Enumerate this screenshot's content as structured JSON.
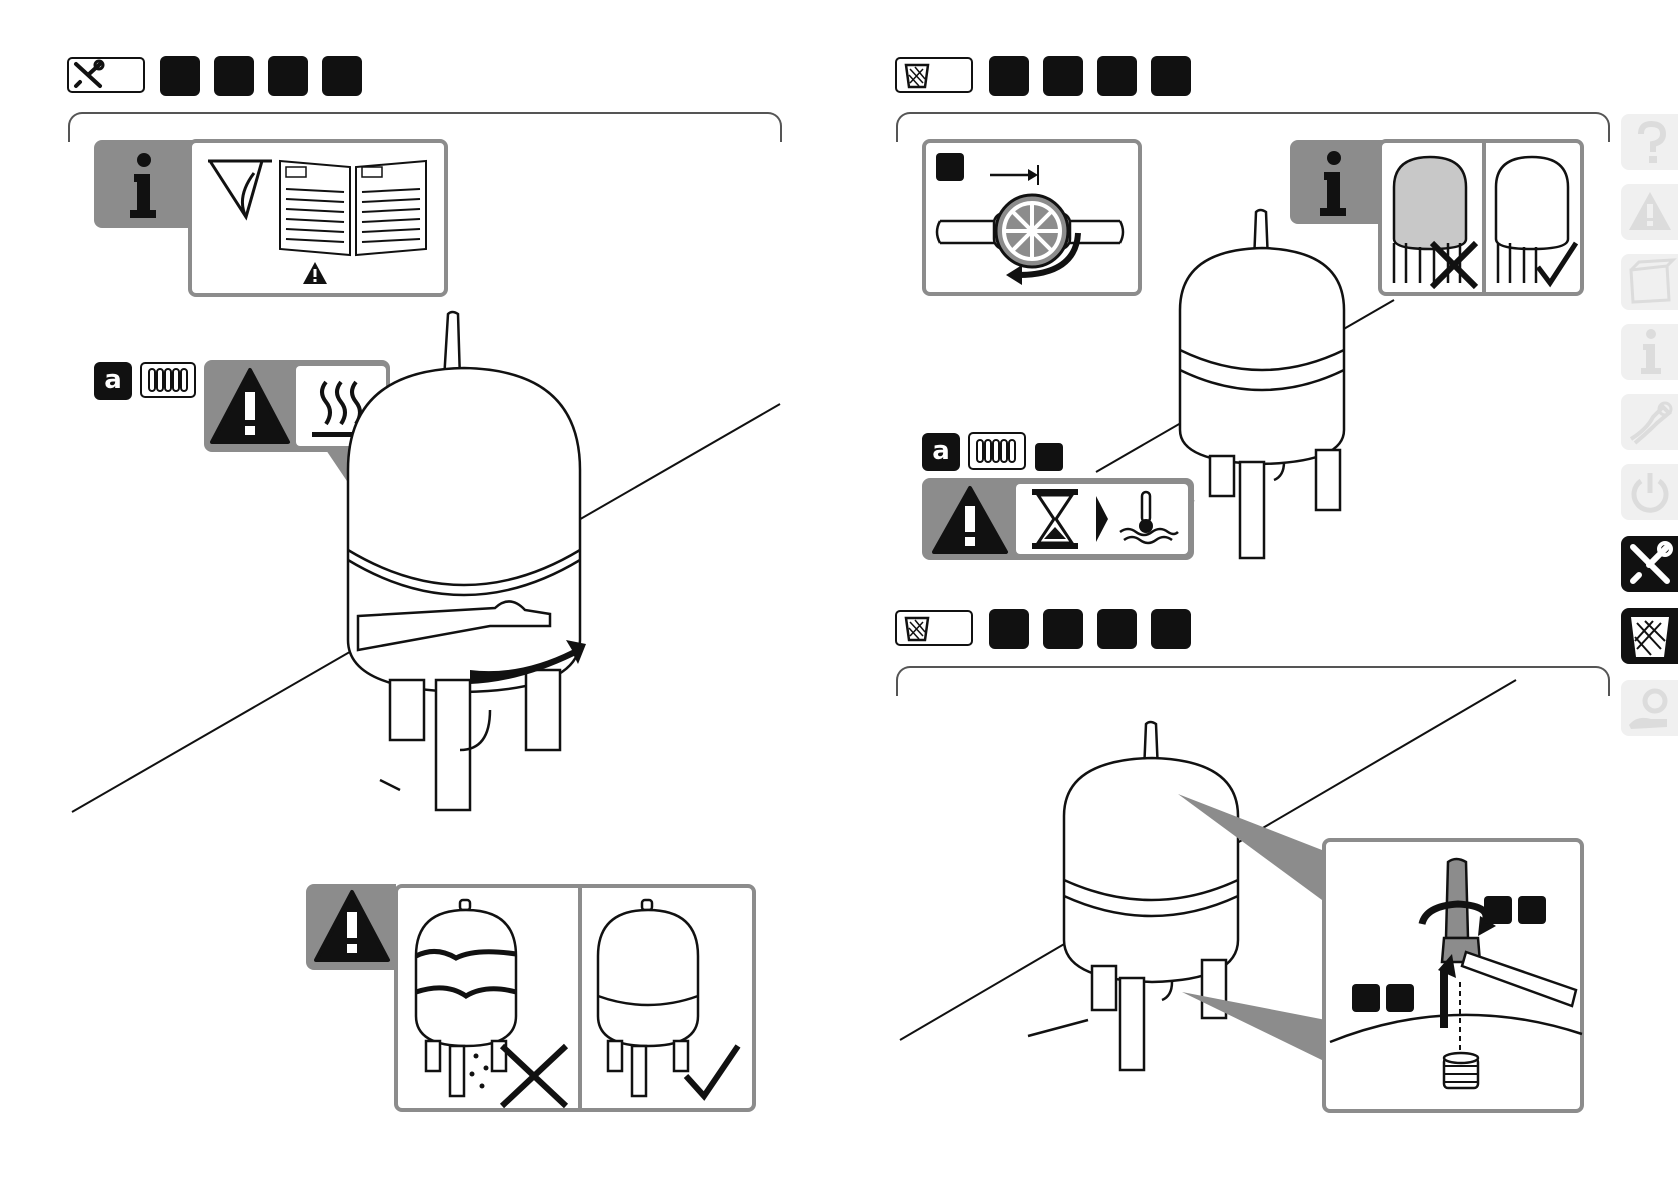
{
  "page": {
    "left_section": {
      "mode_icon": "wrench-screwdriver-icon",
      "step_count": 4,
      "info_panel": {
        "icon": "info-icon",
        "items": [
          "read-manual-icon",
          "open-manual-icon",
          "warning-triangle-icon"
        ]
      },
      "hot_warning": {
        "letter": "a",
        "icons": [
          "radiator-icon",
          "warning-icon",
          "hot-surface-icon"
        ]
      },
      "result_panel": {
        "icons": [
          "warning-icon",
          "damaged-tank-cross-icon",
          "ok-tank-check-icon"
        ]
      }
    },
    "right_top_section": {
      "mode_icon": "waste-bin-icon",
      "step_count": 4,
      "valve_panel": {
        "icon": "closed-valve-icon"
      },
      "info_panel": {
        "icon": "info-icon",
        "items": [
          "filled-tank-cross-icon",
          "empty-tank-check-icon"
        ]
      },
      "cool_warning": {
        "letter": "a",
        "icons": [
          "radiator-icon",
          "warning-icon",
          "hourglass-icon",
          "thermometer-water-icon"
        ]
      }
    },
    "right_bottom_section": {
      "mode_icon": "waste-bin-icon",
      "step_count": 4,
      "detail_panel": {
        "icons": [
          "rotate-arrow-icon",
          "wrench-icon",
          "lift-arrow-icon",
          "fitting-icon"
        ]
      }
    },
    "side_tabs": [
      {
        "icon": "question-icon",
        "active": false
      },
      {
        "icon": "warning-icon",
        "active": false
      },
      {
        "icon": "box-icon",
        "active": false
      },
      {
        "icon": "info-icon",
        "active": false
      },
      {
        "icon": "install-icon",
        "active": false
      },
      {
        "icon": "power-icon",
        "active": false
      },
      {
        "icon": "wrench-screwdriver-icon",
        "active": true
      },
      {
        "icon": "waste-bin-icon",
        "active": true
      },
      {
        "icon": "service-hand-icon",
        "active": false
      }
    ],
    "colors": {
      "ink": "#111111",
      "panel_grey": "#8c8c8c",
      "tab_grey": "#f0f0f0"
    }
  }
}
